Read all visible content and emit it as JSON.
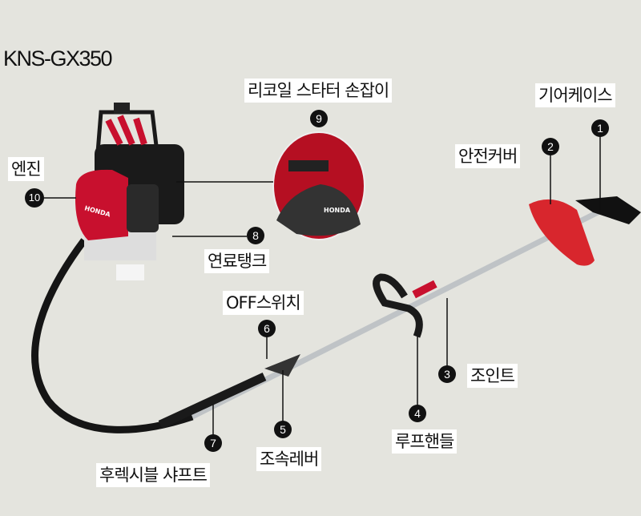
{
  "title": "KNS-GX350",
  "parts": [
    {
      "num": "1",
      "label": "기어케이스"
    },
    {
      "num": "2",
      "label": "안전커버"
    },
    {
      "num": "3",
      "label": "조인트"
    },
    {
      "num": "4",
      "label": "루프핸들"
    },
    {
      "num": "5",
      "label": "조속레버"
    },
    {
      "num": "6",
      "label": "OFF스위치"
    },
    {
      "num": "7",
      "label": "후렉시블 샤프트"
    },
    {
      "num": "8",
      "label": "연료탱크"
    },
    {
      "num": "9",
      "label": "리코일 스타터 손잡이"
    },
    {
      "num": "10",
      "label": "엔진"
    }
  ],
  "engine_brand": "HONDA",
  "colors": {
    "background": "#e4e4de",
    "engine_red": "#c8102e",
    "marker": "#111111"
  }
}
